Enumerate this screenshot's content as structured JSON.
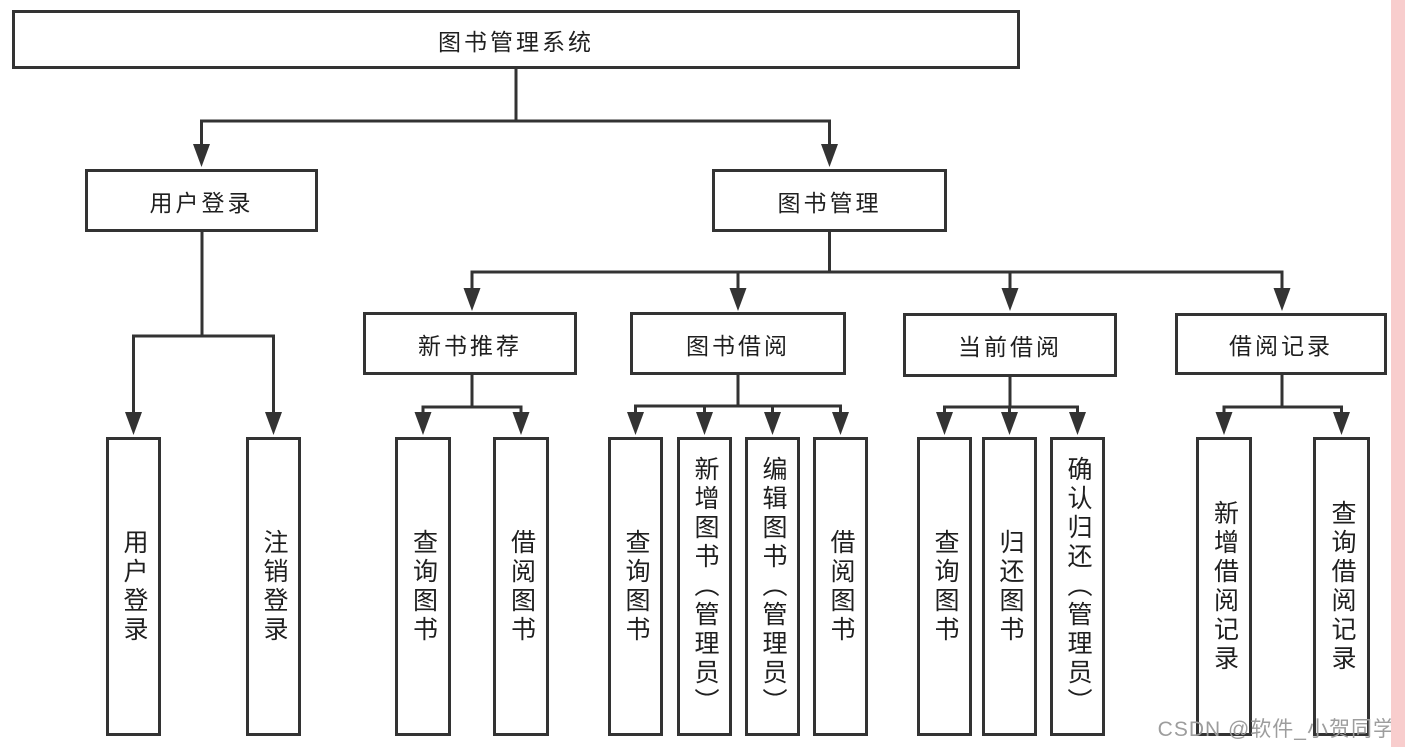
{
  "tree": {
    "label": "图书管理系统",
    "children": [
      {
        "label": "用户登录",
        "children": [
          {
            "label": "用户登录"
          },
          {
            "label": "注销登录"
          }
        ]
      },
      {
        "label": "图书管理",
        "children": [
          {
            "label": "新书推荐",
            "children": [
              {
                "label": "查询图书"
              },
              {
                "label": "借阅图书"
              }
            ]
          },
          {
            "label": "图书借阅",
            "children": [
              {
                "label": "查询图书"
              },
              {
                "label": "新增图书（管理员）"
              },
              {
                "label": "编辑图书（管理员）"
              },
              {
                "label": "借阅图书"
              }
            ]
          },
          {
            "label": "当前借阅",
            "children": [
              {
                "label": "查询图书"
              },
              {
                "label": "归还图书"
              },
              {
                "label": "确认归还（管理员）"
              }
            ]
          },
          {
            "label": "借阅记录",
            "children": [
              {
                "label": "新增借阅记录"
              },
              {
                "label": "查询借阅记录"
              }
            ]
          }
        ]
      }
    ]
  },
  "watermark": {
    "text": "CSDN @软件_小贺同学"
  },
  "colors": {
    "line": "#333333",
    "box_border": "#333333",
    "text": "#1f1f1f",
    "watermark_text": "#9d9d9d",
    "watermark_strip": "#f8cdcd",
    "background": "#ffffff"
  }
}
